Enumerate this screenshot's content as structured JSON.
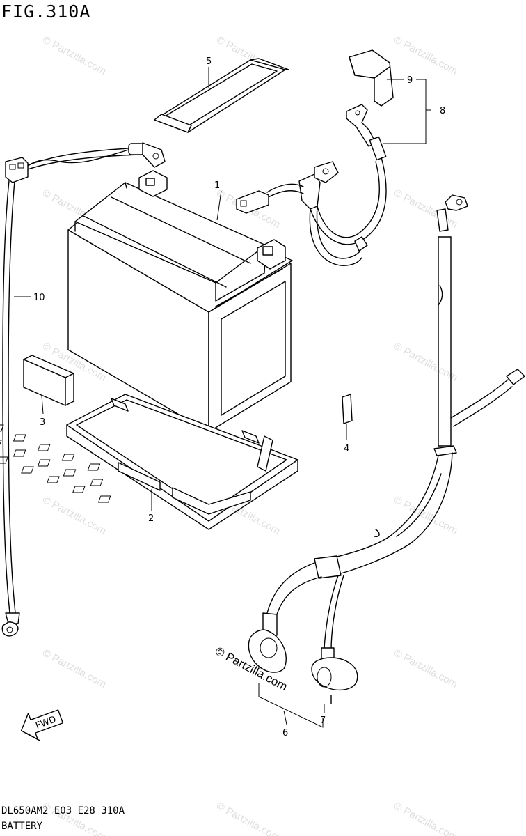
{
  "figure": {
    "title": "FIG.310A",
    "code": "DL650AM2_E03_E28_310A",
    "name": "BATTERY"
  },
  "callouts": {
    "c1": "1",
    "c2": "2",
    "c3": "3",
    "c4": "4",
    "c5": "5",
    "c6": "6",
    "c7": "7",
    "c8": "8",
    "c9": "9",
    "c10": "10"
  },
  "fwd_label": "FWD",
  "watermark": "© Partzilla.com",
  "icons": {
    "fwd_arrow": "fwd-arrow-icon"
  }
}
